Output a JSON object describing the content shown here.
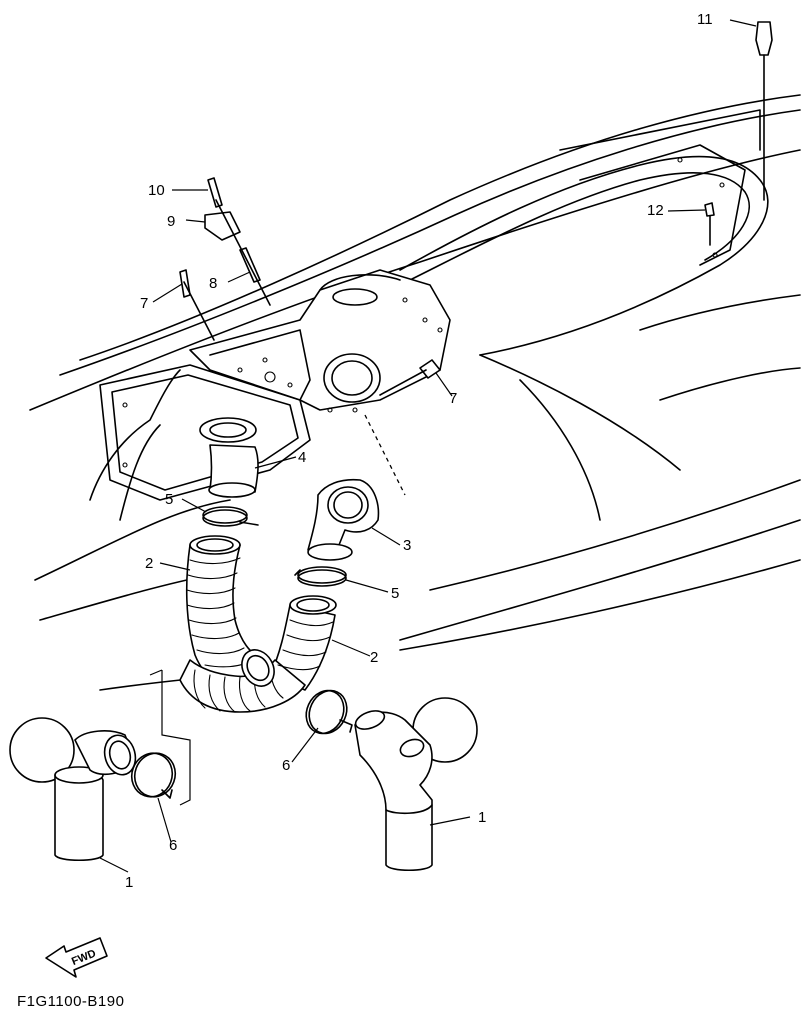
{
  "diagram": {
    "part_code": "F1G1100-B190",
    "fwd_label": "FWD",
    "callouts": [
      "1",
      "1",
      "2",
      "2",
      "3",
      "4",
      "5",
      "5",
      "6",
      "6",
      "7",
      "7",
      "8",
      "9",
      "10",
      "11",
      "12"
    ]
  }
}
